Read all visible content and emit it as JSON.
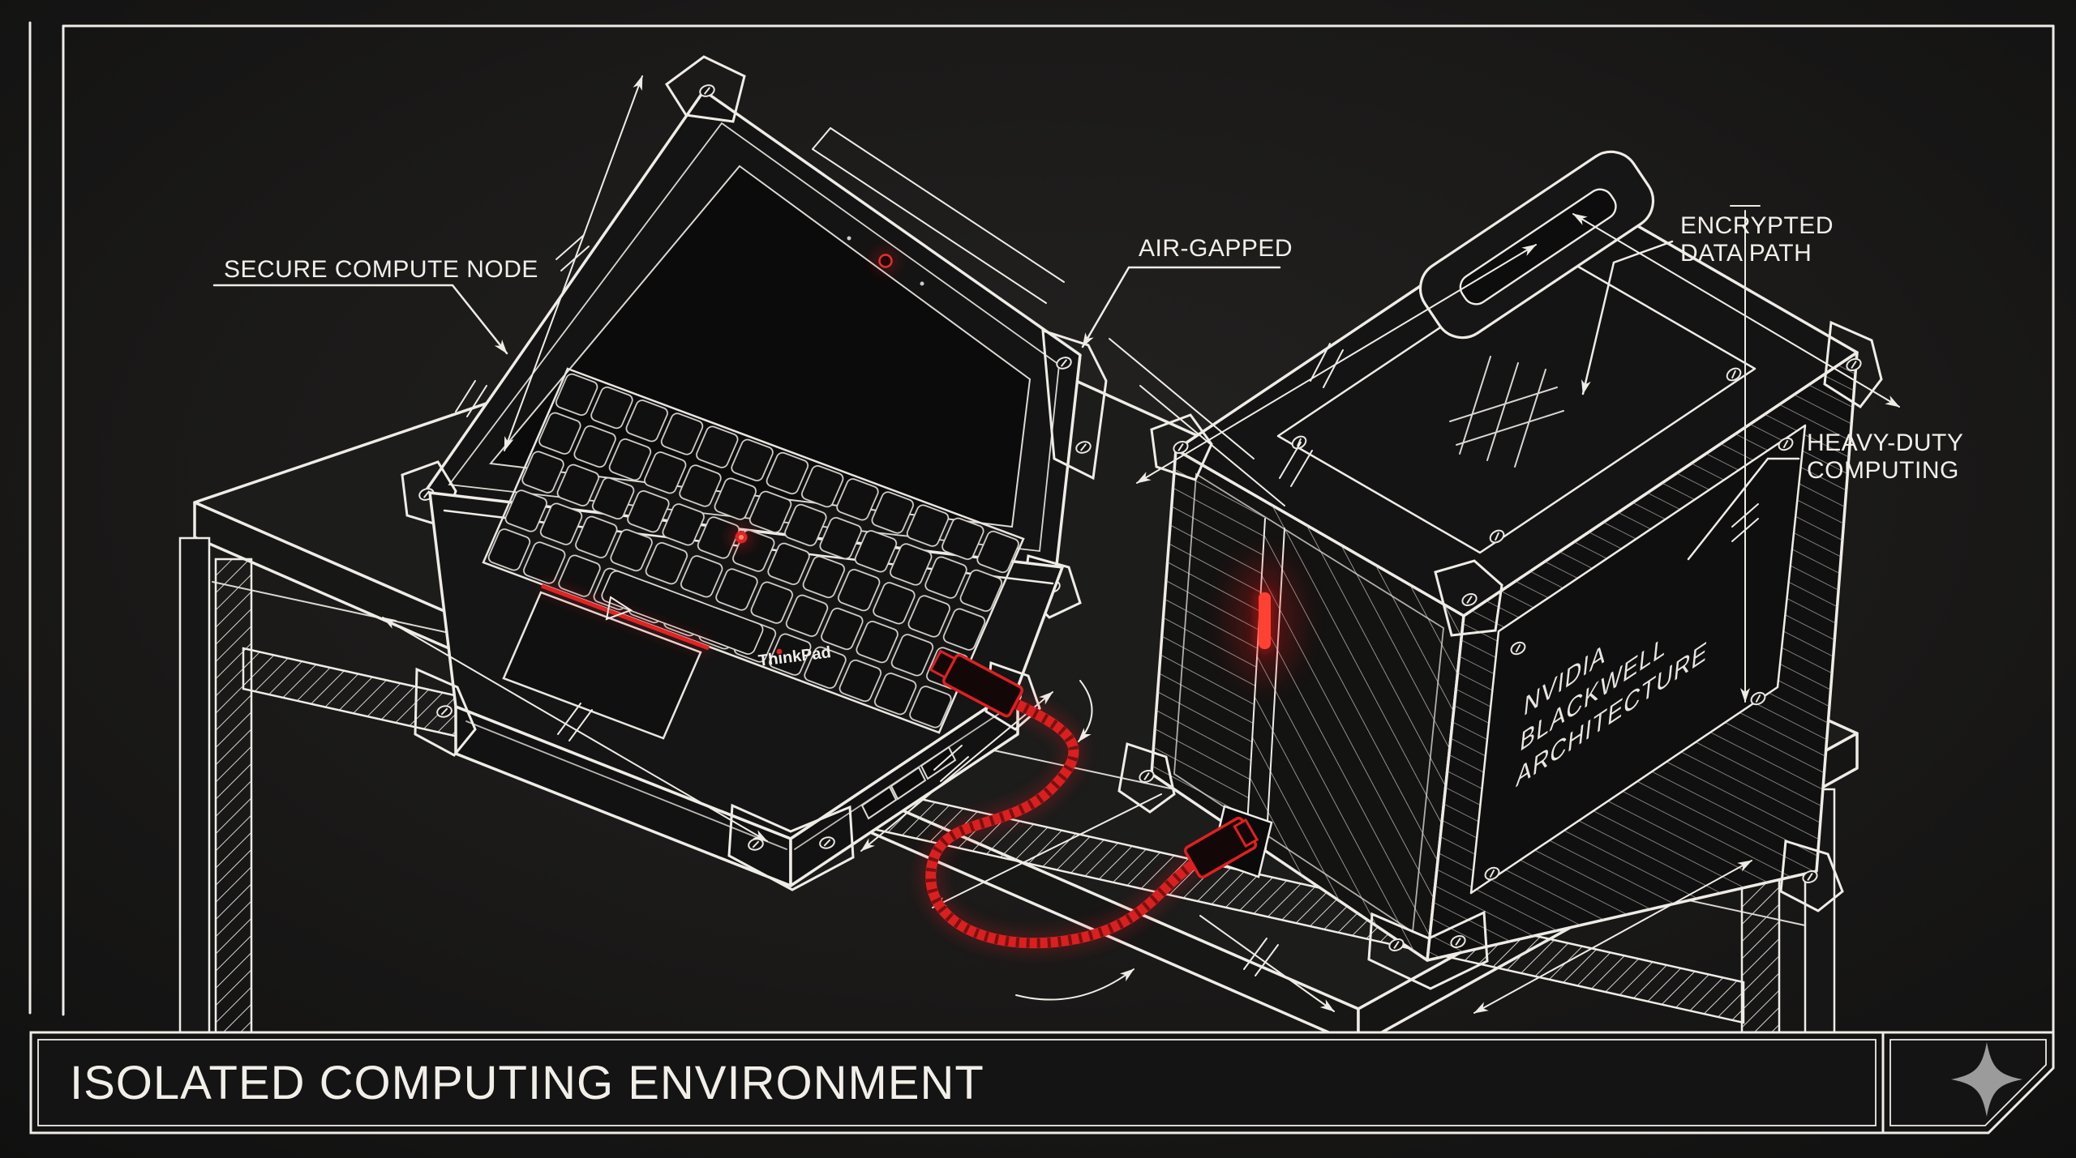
{
  "scene": {
    "background": "#161616",
    "line_color": "#efece6",
    "accent_red": "#e02020",
    "sparkle_color": "#9b9b9b"
  },
  "callouts": {
    "secure_compute_node": "SECURE COMPUTE NODE",
    "air_gapped": "AIR-GAPPED",
    "encrypted_line1": "ENCRYPTED",
    "encrypted_line2": "DATA PATH",
    "heavy_duty_line1": "HEAVY-DUTY",
    "heavy_duty_line2": "COMPUTING"
  },
  "laptop": {
    "brand": "ThinkPad"
  },
  "compute_box": {
    "plate_line1": "NVIDIA",
    "plate_line2": "BLACKWELL",
    "plate_line3": "ARCHITECTURE"
  },
  "title_block": {
    "title": "ISOLATED COMPUTING ENVIRONMENT"
  }
}
